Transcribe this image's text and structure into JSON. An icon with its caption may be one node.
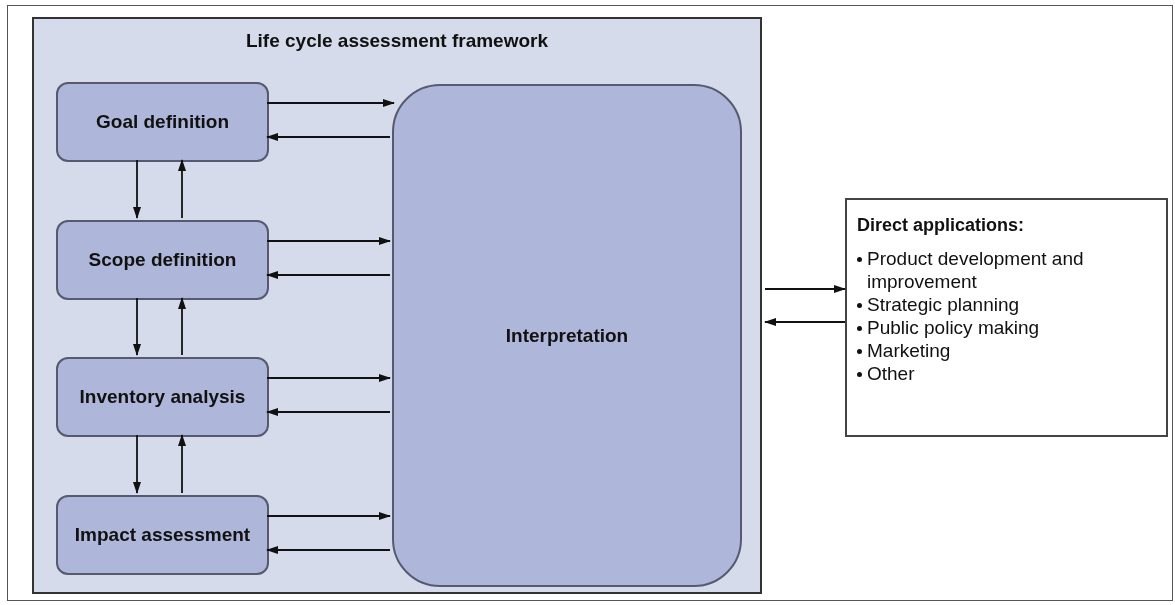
{
  "diagram": {
    "nodes": [
      {
        "text": [
          "Life cycle assessment framework"
        ]
      },
      {
        "text": [
          "Goal definition"
        ],
        "in": 0
      },
      {
        "text": [
          "Scope definition"
        ],
        "in": 0
      },
      {
        "text": [
          "Inventory analysis"
        ],
        "in": 0
      },
      {
        "text": [
          "Impact assessment"
        ],
        "in": 0
      },
      {
        "text": [
          "Interpretation"
        ],
        "in": 0
      },
      {
        "text": [
          "Direct applications:",
          "Product development and improvement",
          "Strategic planning",
          "Public policy making",
          "Marketing",
          "Other"
        ]
      }
    ],
    "edges": [
      {
        "from": 1,
        "to": 5,
        "arrow": "to"
      },
      {
        "from": 5,
        "to": 1,
        "arrow": "to"
      },
      {
        "from": 2,
        "to": 5,
        "arrow": "to"
      },
      {
        "from": 5,
        "to": 2,
        "arrow": "to"
      },
      {
        "from": 3,
        "to": 5,
        "arrow": "to"
      },
      {
        "from": 5,
        "to": 3,
        "arrow": "to"
      },
      {
        "from": 4,
        "to": 5,
        "arrow": "to"
      },
      {
        "from": 5,
        "to": 4,
        "arrow": "to"
      },
      {
        "from": 1,
        "to": 2,
        "arrow": "to"
      },
      {
        "from": 2,
        "to": 1,
        "arrow": "to"
      },
      {
        "from": 2,
        "to": 3,
        "arrow": "to"
      },
      {
        "from": 3,
        "to": 2,
        "arrow": "to"
      },
      {
        "from": 3,
        "to": 4,
        "arrow": "to"
      },
      {
        "from": 4,
        "to": 3,
        "arrow": "to"
      },
      {
        "from": 0,
        "to": 6,
        "arrow": "to"
      },
      {
        "from": 6,
        "to": 0,
        "arrow": "to"
      }
    ]
  }
}
